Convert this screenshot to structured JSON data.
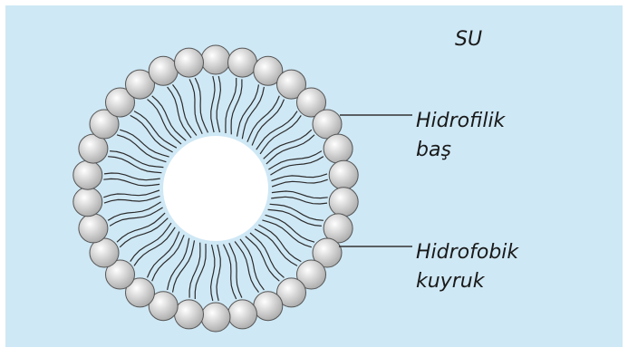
{
  "colors": {
    "water_background": "#cfe8f5",
    "page_border": "#ffffff",
    "micelle_core": "#ffffff",
    "tail_stroke": "#2b2b2b",
    "head_fill_light": "#ffffff",
    "head_fill_dark": "#a9a9a9",
    "head_stroke": "#555555",
    "leader_line": "#333333"
  },
  "labels": {
    "water": "SU",
    "head_line1": "Hidrofilik",
    "head_line2": "baş",
    "tail_line1": "Hidrofobik",
    "tail_line2": "kuyruk"
  },
  "micelle": {
    "head_count": 30,
    "head_shape": "sphere",
    "tail_shape": "double wavy line"
  }
}
